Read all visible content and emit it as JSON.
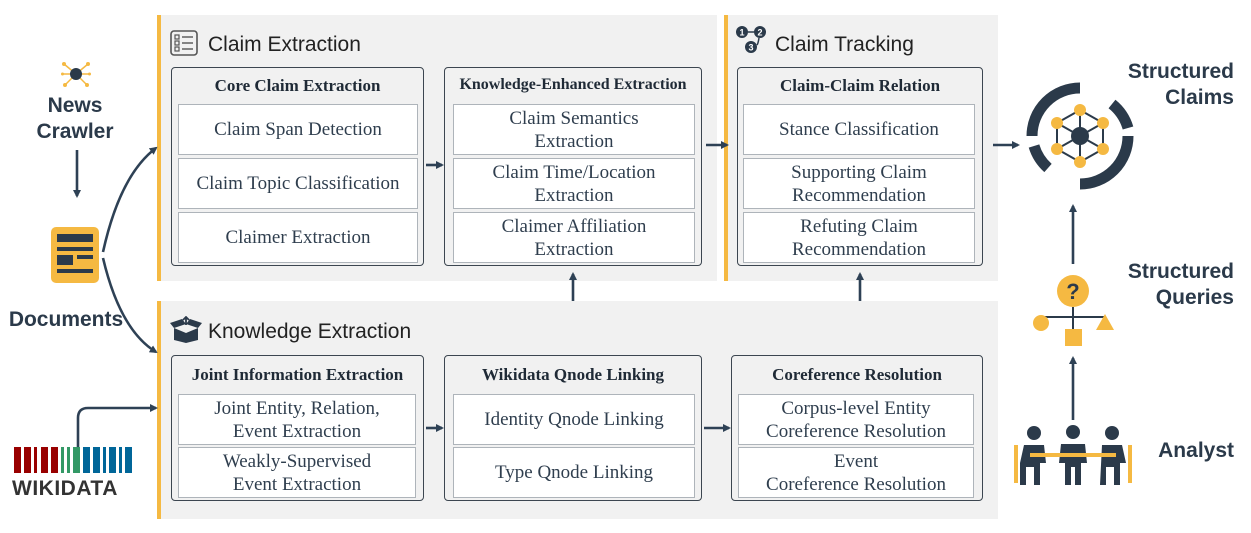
{
  "colors": {
    "accent": "#f5b942",
    "dark": "#2e4155",
    "section_bg": "#f1f1f1"
  },
  "left": {
    "news_crawler": "News\nCrawler",
    "documents": "Documents",
    "wikidata": "WIKIDATA",
    "icons": {
      "crawler": "spider-icon",
      "document": "document-icon",
      "wikidata": "wikidata-barcode-icon"
    }
  },
  "claim_extraction": {
    "title": "Claim Extraction",
    "icon": "checklist-icon",
    "core": {
      "title": "Core Claim Extraction",
      "items": [
        "Claim Span Detection",
        "Claim Topic Classification",
        "Claimer Extraction"
      ]
    },
    "knowledge_enhanced": {
      "title": "Knowledge-Enhanced Extraction",
      "items": [
        "Claim Semantics\nExtraction",
        "Claim Time/Location\nExtraction",
        "Claimer Affiliation\nExtraction"
      ]
    }
  },
  "claim_tracking": {
    "title": "Claim Tracking",
    "icon": "numbered-steps-icon",
    "relation": {
      "title": "Claim-Claim Relation",
      "items": [
        "Stance Classification",
        "Supporting Claim\nRecommendation",
        "Refuting Claim\nRecommendation"
      ]
    }
  },
  "knowledge_extraction": {
    "title": "Knowledge Extraction",
    "icon": "open-box-icon",
    "joint": {
      "title": "Joint Information Extraction",
      "items": [
        "Joint Entity, Relation,\nEvent Extraction",
        "Weakly-Supervised\nEvent Extraction"
      ]
    },
    "wikidata_linking": {
      "title": "Wikidata Qnode Linking",
      "items": [
        "Identity Qnode Linking",
        "Type Qnode Linking"
      ]
    },
    "coreference": {
      "title": "Coreference Resolution",
      "items": [
        "Corpus-level Entity\nCoreference Resolution",
        "Event\nCoreference Resolution"
      ]
    }
  },
  "right": {
    "structured_claims": "Structured\nClaims",
    "structured_queries": "Structured\nQueries",
    "analyst": "Analyst",
    "icons": {
      "claims": "network-graph-icon",
      "queries": "question-shapes-icon",
      "analyst": "meeting-people-icon"
    }
  }
}
